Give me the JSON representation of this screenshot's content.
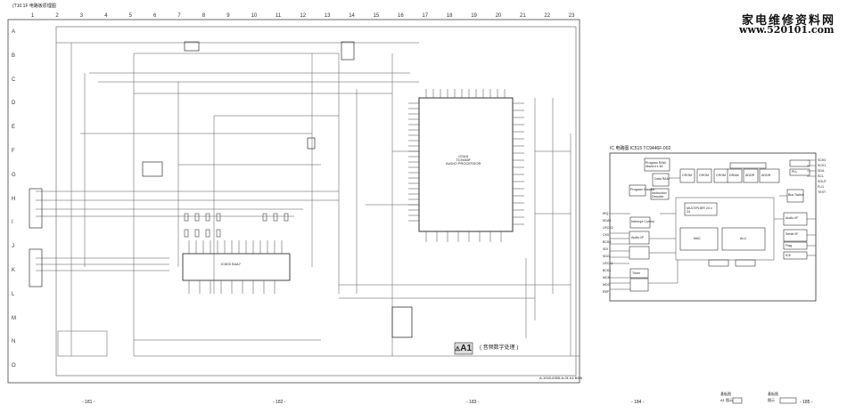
{
  "sheet": {
    "header_left": "(T10.1F 电路板原理图",
    "watermark_line1": "家电维修资料网",
    "watermark_line2": "www.520101.com",
    "board_label": "A1",
    "board_caption": "( 音频数字处理 )",
    "warning_symbol": "⚠",
    "columns": [
      "1",
      "2",
      "3",
      "4",
      "5",
      "6",
      "7",
      "8",
      "9",
      "10",
      "11",
      "12",
      "13",
      "14",
      "15",
      "16",
      "17",
      "18",
      "19",
      "20",
      "21",
      "22",
      "23"
    ],
    "rows": [
      "A",
      "B",
      "C",
      "D",
      "E",
      "F",
      "G",
      "H",
      "I",
      "J",
      "K",
      "L",
      "M",
      "N",
      "O"
    ],
    "page_numbers": [
      "- 181 -",
      "- 182 -",
      "- 183 -",
      "- 184 -",
      "- 185 -"
    ],
    "bottom_note": "A-1043-6355-A-01 A1 B0/6"
  },
  "block_diagram": {
    "title": "IC 电路图 IC515 TC9446F-002",
    "blocks": [
      {
        "label": "Program RAM 4kword x 16",
        "name": "program-ram"
      },
      {
        "label": "Data RAM",
        "name": "data-ram"
      },
      {
        "label": "Program Counter",
        "name": "program-counter"
      },
      {
        "label": "Instruction Decoder",
        "name": "instruction-decoder"
      },
      {
        "label": "CROM",
        "name": "crom-1"
      },
      {
        "label": "CROM",
        "name": "crom-2"
      },
      {
        "label": "CROM",
        "name": "crom-3"
      },
      {
        "label": "DRAM",
        "name": "dram"
      },
      {
        "label": "ADDR",
        "name": "addr-1"
      },
      {
        "label": "ADDR",
        "name": "addr-2"
      },
      {
        "label": "Bus Switch",
        "name": "bus-switch"
      },
      {
        "label": "MULTIPLIER 24 x 24",
        "name": "multiplier"
      },
      {
        "label": "ALU",
        "name": "alu"
      },
      {
        "label": "MAC",
        "name": "mac"
      },
      {
        "label": "Interrupt Control",
        "name": "interrupt-control"
      },
      {
        "label": "Audio I/F",
        "name": "audio-if"
      },
      {
        "label": "Timer",
        "name": "timer"
      },
      {
        "label": "Audio I/F",
        "name": "audio-if-out"
      },
      {
        "label": "PLL",
        "name": "pll"
      },
      {
        "label": "Serial I/F",
        "name": "serial-if"
      },
      {
        "label": "Flag",
        "name": "flag"
      },
      {
        "label": "ICE",
        "name": "ice"
      }
    ],
    "left_pins": [
      "IRQ",
      "SDA0",
      "LRCK0",
      "CK0",
      "BCK0",
      "SDI",
      "SDO",
      "LRCK1",
      "BCK1",
      "MCK",
      "MDO",
      "REF"
    ],
    "right_pins": [
      "SCK0",
      "SCK1",
      "SDA",
      "SCL",
      "SOUT",
      "FLG",
      "TEST"
    ]
  },
  "legend": {
    "left_label": "基板图",
    "left_sub": "A1 图示",
    "right_label": "基板图",
    "right_sub": "图示"
  }
}
